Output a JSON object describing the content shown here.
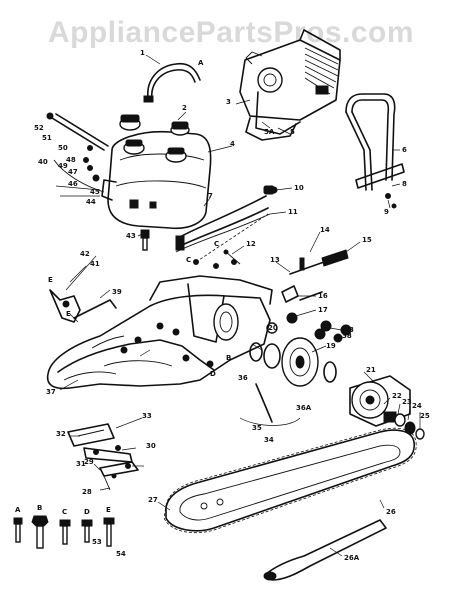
{
  "watermark": "AppliancePartsPros.com",
  "callouts": [
    {
      "id": "c1",
      "text": "1"
    },
    {
      "id": "cA1",
      "text": "A"
    },
    {
      "id": "c2",
      "text": "2"
    },
    {
      "id": "c3",
      "text": "3"
    },
    {
      "id": "c4",
      "text": "4"
    },
    {
      "id": "c5",
      "text": "5"
    },
    {
      "id": "c5A",
      "text": "5A"
    },
    {
      "id": "c6",
      "text": "6"
    },
    {
      "id": "c7",
      "text": "7"
    },
    {
      "id": "c8",
      "text": "8"
    },
    {
      "id": "c9",
      "text": "9"
    },
    {
      "id": "c10",
      "text": "10"
    },
    {
      "id": "c11",
      "text": "11"
    },
    {
      "id": "c12",
      "text": "12"
    },
    {
      "id": "c13",
      "text": "13"
    },
    {
      "id": "c14",
      "text": "14"
    },
    {
      "id": "c15",
      "text": "15"
    },
    {
      "id": "c16",
      "text": "16"
    },
    {
      "id": "c17",
      "text": "17"
    },
    {
      "id": "c18",
      "text": "18"
    },
    {
      "id": "c19",
      "text": "19"
    },
    {
      "id": "c20",
      "text": "20"
    },
    {
      "id": "c21",
      "text": "21"
    },
    {
      "id": "c22",
      "text": "22"
    },
    {
      "id": "c23",
      "text": "23"
    },
    {
      "id": "c24",
      "text": "24"
    },
    {
      "id": "c25",
      "text": "25"
    },
    {
      "id": "c26",
      "text": "26"
    },
    {
      "id": "c26A",
      "text": "26A"
    },
    {
      "id": "c27",
      "text": "27"
    },
    {
      "id": "c28",
      "text": "28"
    },
    {
      "id": "c29",
      "text": "29"
    },
    {
      "id": "c30",
      "text": "30"
    },
    {
      "id": "c31",
      "text": "31"
    },
    {
      "id": "c32",
      "text": "32"
    },
    {
      "id": "c33",
      "text": "33"
    },
    {
      "id": "c34",
      "text": "34"
    },
    {
      "id": "c35",
      "text": "35"
    },
    {
      "id": "c36",
      "text": "36"
    },
    {
      "id": "c36A",
      "text": "36A"
    },
    {
      "id": "c37",
      "text": "37"
    },
    {
      "id": "c38",
      "text": "38"
    },
    {
      "id": "c39",
      "text": "39"
    },
    {
      "id": "c40",
      "text": "40"
    },
    {
      "id": "c41",
      "text": "41"
    },
    {
      "id": "c42",
      "text": "42"
    },
    {
      "id": "c43",
      "text": "43"
    },
    {
      "id": "c44",
      "text": "44"
    },
    {
      "id": "c45",
      "text": "45"
    },
    {
      "id": "c46",
      "text": "46"
    },
    {
      "id": "c47",
      "text": "47"
    },
    {
      "id": "c48",
      "text": "48"
    },
    {
      "id": "c49",
      "text": "49"
    },
    {
      "id": "c50",
      "text": "50"
    },
    {
      "id": "c51",
      "text": "51"
    },
    {
      "id": "c52",
      "text": "52"
    },
    {
      "id": "cE1",
      "text": "E"
    },
    {
      "id": "cE2",
      "text": "E"
    },
    {
      "id": "cC1",
      "text": "C"
    },
    {
      "id": "cC2",
      "text": "C"
    },
    {
      "id": "cD1",
      "text": "D"
    },
    {
      "id": "cB1",
      "text": "B"
    },
    {
      "id": "c54",
      "text": "54"
    },
    {
      "id": "c53",
      "text": "53"
    },
    {
      "id": "cFA",
      "text": "A"
    },
    {
      "id": "cFB",
      "text": "B"
    },
    {
      "id": "cFC",
      "text": "C"
    },
    {
      "id": "cFD",
      "text": "D"
    },
    {
      "id": "cFE",
      "text": "E"
    }
  ]
}
